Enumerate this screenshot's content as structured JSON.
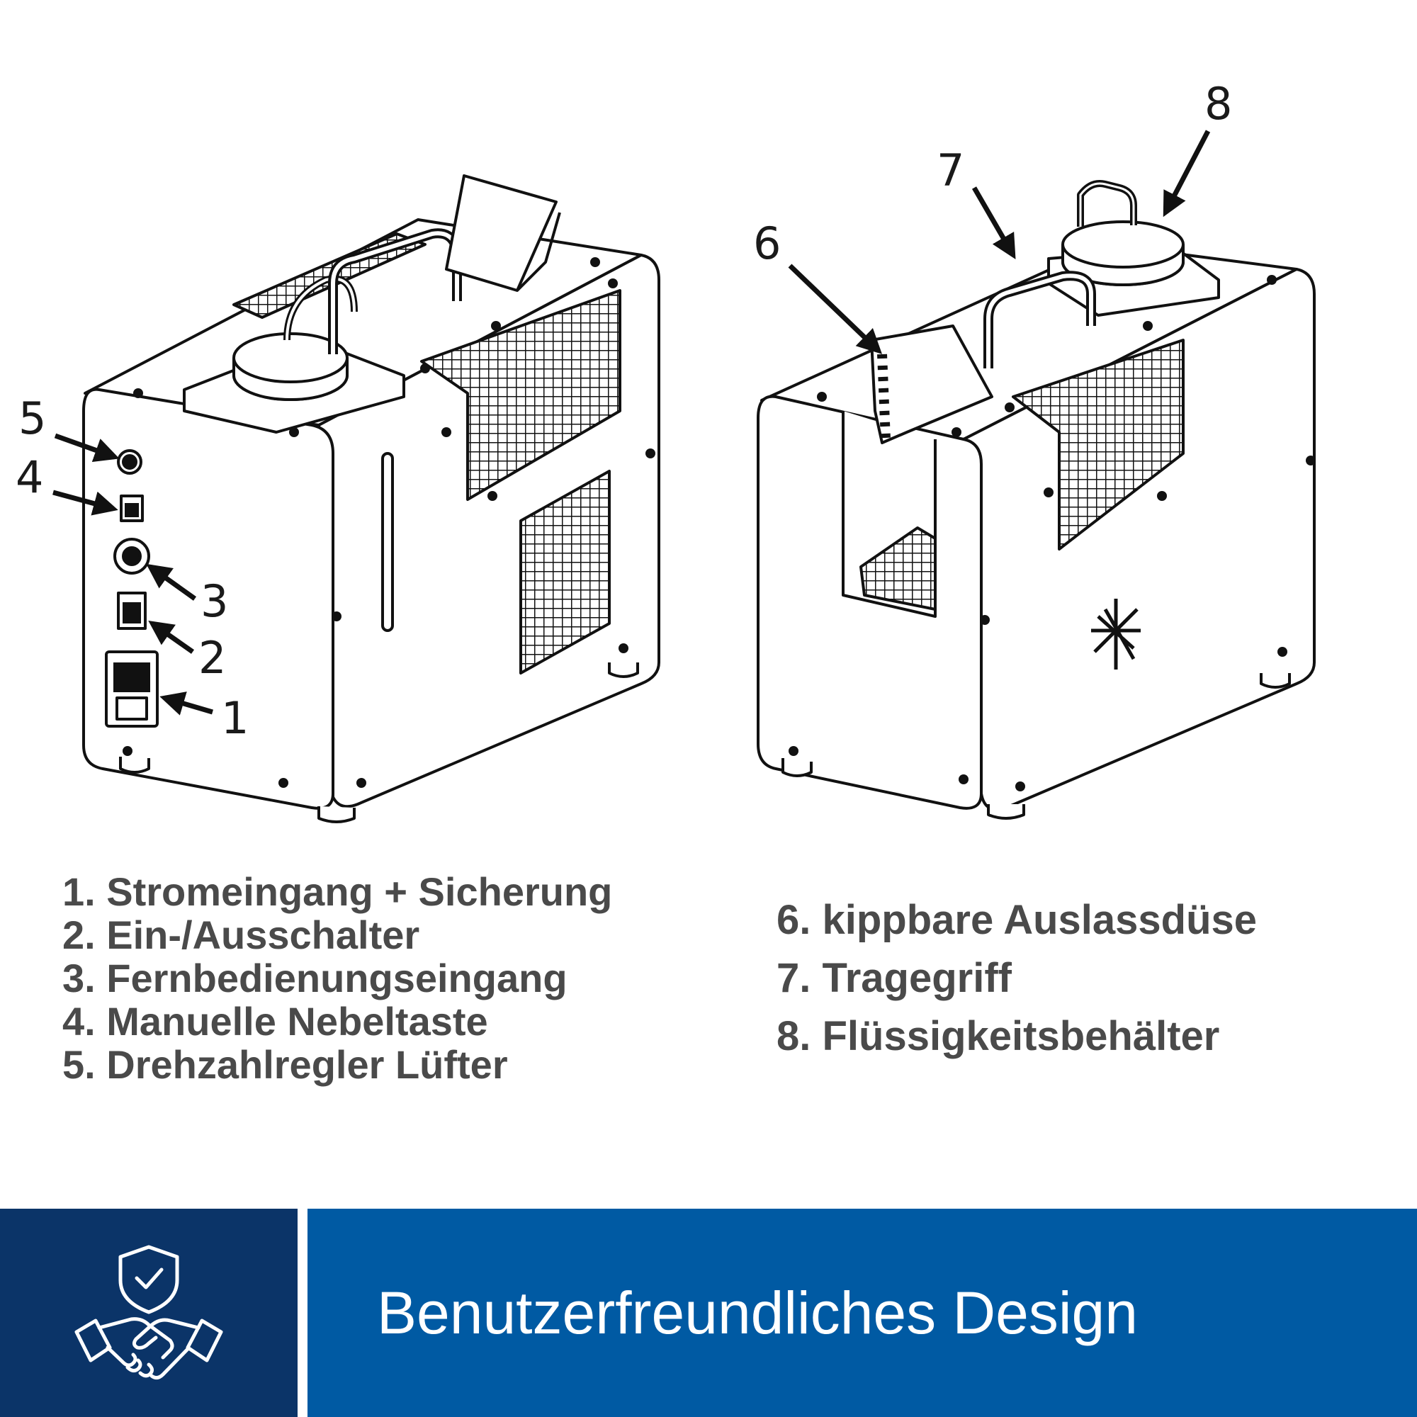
{
  "callouts": [
    "1",
    "2",
    "3",
    "4",
    "5",
    "6",
    "7",
    "8"
  ],
  "legend_left": [
    "1. Stromeingang +  Sicherung",
    "2. Ein-/Ausschalter",
    "3. Fernbedienungseingang",
    "4. Manuelle Nebeltaste",
    "5. Drehzahlregler Lüfter"
  ],
  "legend_right": [
    "6. kippbare Auslassdüse",
    "7. Tragegriff",
    "8. Flüssigkeitsbehälter"
  ],
  "footer": {
    "title": "Benutzerfreundliches Design",
    "icon": "shield-handshake-icon",
    "colors": {
      "icon_panel": "#0b3468",
      "title_panel": "#005aa3",
      "text": "#ffffff"
    }
  }
}
